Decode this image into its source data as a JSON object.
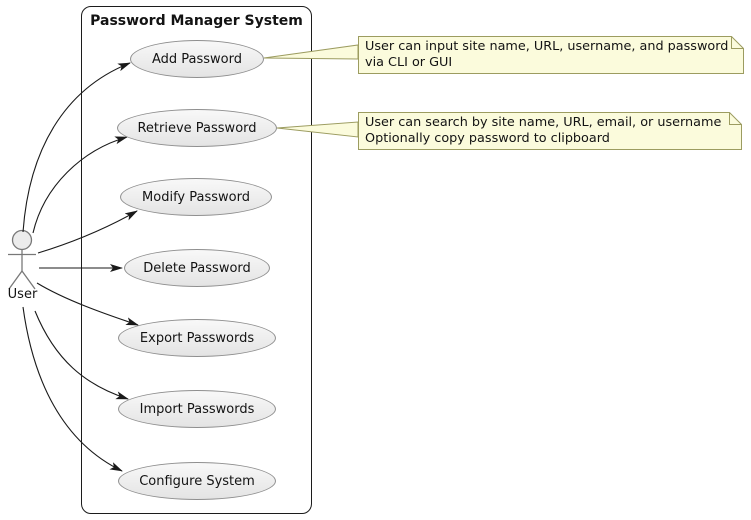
{
  "diagram": {
    "type": "uml-use-case-diagram",
    "title": "Password Manager System",
    "actor": {
      "label": "User"
    },
    "usecases": [
      {
        "label": "Add Password"
      },
      {
        "label": "Retrieve Password"
      },
      {
        "label": "Modify Password"
      },
      {
        "label": "Delete Password"
      },
      {
        "label": "Export Passwords"
      },
      {
        "label": "Import Passwords"
      },
      {
        "label": "Configure System"
      }
    ],
    "links": [
      {
        "from": "User",
        "to": "Add Password"
      },
      {
        "from": "User",
        "to": "Retrieve Password"
      },
      {
        "from": "User",
        "to": "Modify Password"
      },
      {
        "from": "User",
        "to": "Delete Password"
      },
      {
        "from": "User",
        "to": "Export Passwords"
      },
      {
        "from": "User",
        "to": "Import Passwords"
      },
      {
        "from": "User",
        "to": "Configure System"
      }
    ],
    "notes": [
      {
        "attached_to": "Add Password",
        "lines": [
          "User can input site name, URL, username, and password",
          "via CLI or GUI"
        ]
      },
      {
        "attached_to": "Retrieve Password",
        "lines": [
          "User can search by site name, URL, email, or username",
          "Optionally copy password to clipboard"
        ]
      }
    ],
    "colors": {
      "note_fill": "#fbfbdc",
      "note_border": "#9c9c60",
      "usecase_fill": "#f0f0f0",
      "usecase_border": "#8f8f8f",
      "boundary_border": "#1c1c1c",
      "arrow_color": "#1a1a1a",
      "text_color": "#131313",
      "actor_color": "#787878"
    }
  }
}
